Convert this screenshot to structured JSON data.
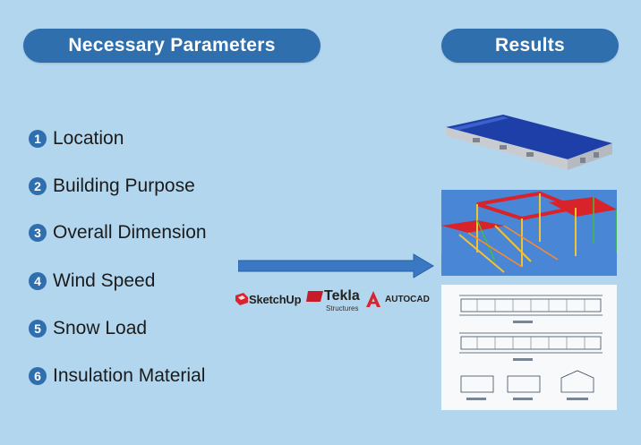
{
  "header": {
    "left_title": "Necessary Parameters",
    "right_title": "Results"
  },
  "parameters": [
    {
      "number": "1",
      "label": "Location"
    },
    {
      "number": "2",
      "label": "Building Purpose"
    },
    {
      "number": "3",
      "label": "Overall Dimension"
    },
    {
      "number": "4",
      "label": "Wind Speed"
    },
    {
      "number": "5",
      "label": "Snow Load"
    },
    {
      "number": "6",
      "label": "Insulation Material"
    }
  ],
  "software": {
    "sketchup": "SketchUp",
    "tekla": "Tekla",
    "tekla_sub": "Structures",
    "autocad": "AUTOCAD"
  },
  "colors": {
    "background": "#b3d6ef",
    "accent": "#2f6fae",
    "roof_blue": "#1e3fa8",
    "frame_red": "#d8232a"
  },
  "icons": [
    "sketchup-logo",
    "tekla-logo",
    "autocad-logo",
    "arrow-right-icon"
  ]
}
